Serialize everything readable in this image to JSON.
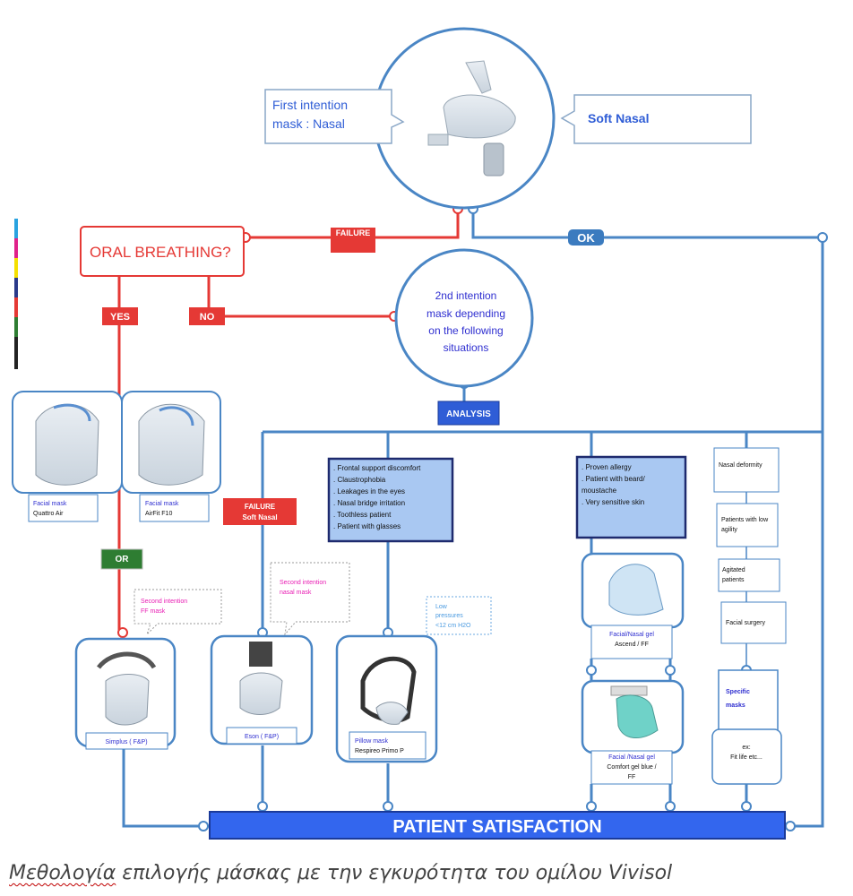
{
  "top": {
    "first_intention": [
      "First intention",
      "mask : Nasal"
    ],
    "soft_nasal": "Soft Nasal"
  },
  "oral": {
    "question": "ORAL BREATHING?",
    "failure": "FAILURE",
    "ok": "OK",
    "yes": "YES",
    "no": "NO",
    "or": "OR"
  },
  "second": {
    "lines": [
      "2nd intention",
      "mask depending",
      "on the following",
      "situations"
    ],
    "analysis": "ANALYSIS"
  },
  "masks": {
    "quattro": [
      "Facial mask",
      "Quattro Air"
    ],
    "airfit": [
      "Facial mask",
      "AirFit F10"
    ],
    "ff_note": [
      "Second intention",
      "FF mask"
    ],
    "simplus": "Simplus ( F&P)",
    "failure_soft": [
      "FAILURE",
      "Soft Nasal"
    ],
    "nasal_note": [
      "Second intention",
      "nasal mask"
    ],
    "eson": "Eson ( F&P)",
    "low_pressure": [
      "Low",
      "pressures",
      "<12 cm H2O"
    ],
    "pillow": [
      "Pillow mask",
      "Respireo Primo P"
    ],
    "ascend": [
      "Facial/Nasal gel",
      "Ascend / FF"
    ],
    "comfort": [
      "Facial /Nasal gel",
      "Comfort gel blue /",
      "FF"
    ]
  },
  "situations": {
    "center": [
      ". Frontal support discomfort",
      ". Claustrophobia",
      ". Leakages in the eyes",
      ". Nasal bridge irritation",
      ". Toothless patient",
      ". Patient with glasses"
    ],
    "right": [
      ". Proven allergy",
      ". Patient with beard/",
      "moustache",
      ". Very sensitive skin"
    ]
  },
  "side": {
    "nasal_deformity": "Nasal deformity",
    "low_agility": [
      "Patients with low",
      "agility"
    ],
    "agitated": [
      "Agitated",
      "patients"
    ],
    "facial_surgery": "Facial surgery",
    "specific": [
      "Specific",
      "masks"
    ],
    "fitlife": [
      "ex:",
      "Fit life etc..."
    ]
  },
  "footer": {
    "satisfaction": "PATIENT SATISFACTION"
  },
  "caption": {
    "underlined": "Μεθολογία",
    "rest": " επιλογής μάσκας με την εγκυρότητα του ομίλου Vivisol"
  },
  "colors": {
    "blue_line": "#4a86c5",
    "red": "#e53935",
    "dark_blue": "#2f5dd6",
    "green": "#2e7d32",
    "magenta": "#e91eb4",
    "light_blue_fill": "#a9c8f2"
  }
}
